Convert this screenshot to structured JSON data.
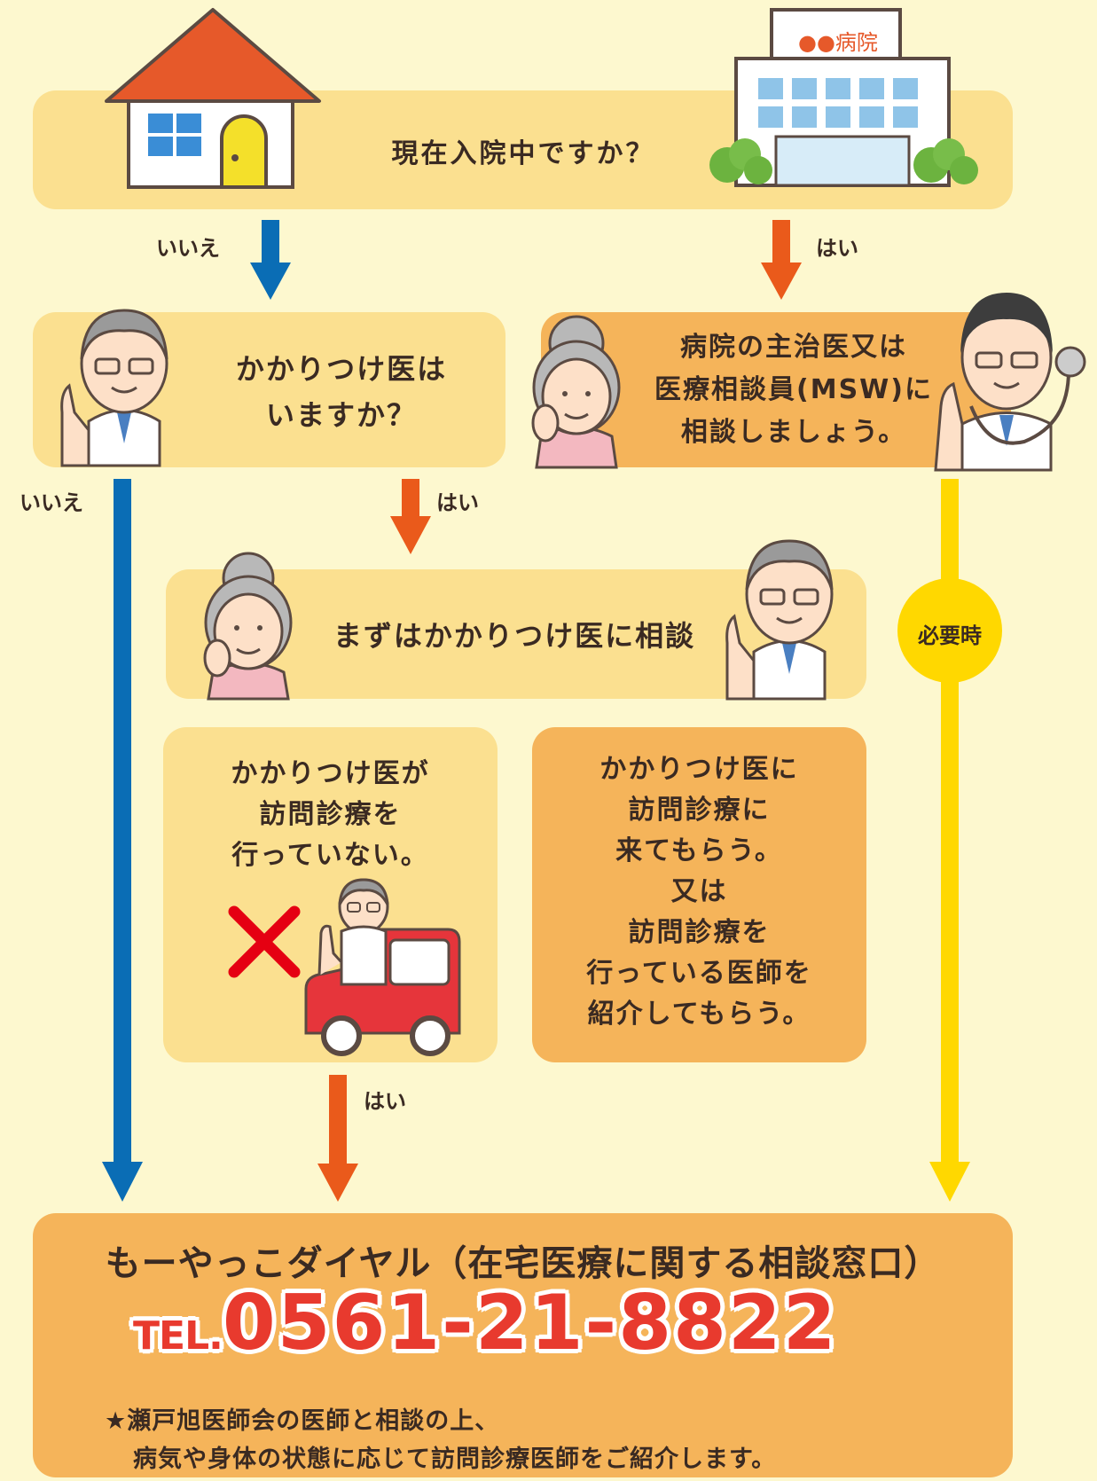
{
  "colors": {
    "background": "#fdf8cf",
    "light_box": "#fbe090",
    "dark_box": "#f5b45a",
    "blue_arrow": "#0a6db5",
    "orange_arrow": "#ea5a1b",
    "yellow_arrow": "#ffd800",
    "phone_red": "#e83a2e"
  },
  "hospital_sign": "●●病院",
  "q1": {
    "text": "現在入院中ですか？",
    "no_label": "いいえ",
    "yes_label": "はい"
  },
  "q2": {
    "text": "かかりつけ医は\nいますか？",
    "no_label": "いいえ",
    "yes_label": "はい"
  },
  "hospital_consult": {
    "text": "病院の主治医又は\n医療相談員(MSW)に\n相談しましょう。"
  },
  "first_consult": {
    "text": "まずはかかりつけ医に相談"
  },
  "when_needed": "必要時",
  "no_home_visit": {
    "text": "かかりつけ医が\n訪問診療を\n行っていない。",
    "yes_label": "はい"
  },
  "home_visit": {
    "text": "かかりつけ医に\n訪問診療に\n来てもらう。\n又は\n訪問診療を\n行っている医師を\n紹介してもらう。"
  },
  "footer": {
    "title": "もーやっこダイヤル（在宅医療に関する相談窓口）",
    "tel_prefix": "TEL.",
    "tel_number": "0561-21-8822",
    "note_line1": "★瀬戸旭医師会の医師と相談の上、",
    "note_line2": "病気や身体の状態に応じて訪問診療医師をご紹介します。"
  },
  "icons": [
    "house-icon",
    "hospital-icon",
    "doctor-icon",
    "elderly-woman-icon",
    "doctor-stethoscope-icon",
    "cross-mark-icon",
    "doctor-car-icon"
  ]
}
